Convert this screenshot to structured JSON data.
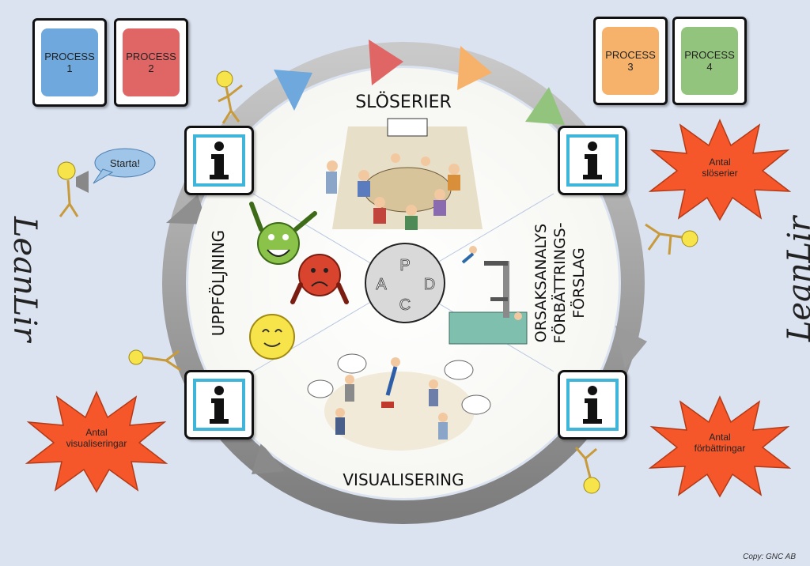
{
  "processes": [
    {
      "line1": "PROCESS",
      "line2": "1",
      "color": "#6fa8dc"
    },
    {
      "line1": "PROCESS",
      "line2": "2",
      "color": "#e06666"
    },
    {
      "line1": "PROCESS",
      "line2": "3",
      "color": "#f6b26b"
    },
    {
      "line1": "PROCESS",
      "line2": "4",
      "color": "#93c47d"
    }
  ],
  "segments": {
    "top": "SLÖSERIER",
    "bottom": "VISUALISERING",
    "left": "UPPFÖLJNING",
    "right_lines": [
      "ORSAKSANALYS",
      "FÖRBÄTTRINGS-",
      "FÖRSLAG"
    ]
  },
  "pdca": {
    "p": "P",
    "d": "D",
    "c": "C",
    "a": "A"
  },
  "bursts": {
    "top_right": [
      "Antal",
      "slöserier"
    ],
    "bottom_right": [
      "Antal",
      "förbättringar"
    ],
    "bottom_left": [
      "Antal",
      "visualiseringar"
    ]
  },
  "speech": "Starta!",
  "logo": "LeanLir",
  "copyright": "Copy: GNC AB",
  "colors": {
    "ring": "#8c8c8c",
    "burst": "#f5572a",
    "info_border": "#3fb6d9",
    "background": "#dbe3f1"
  }
}
